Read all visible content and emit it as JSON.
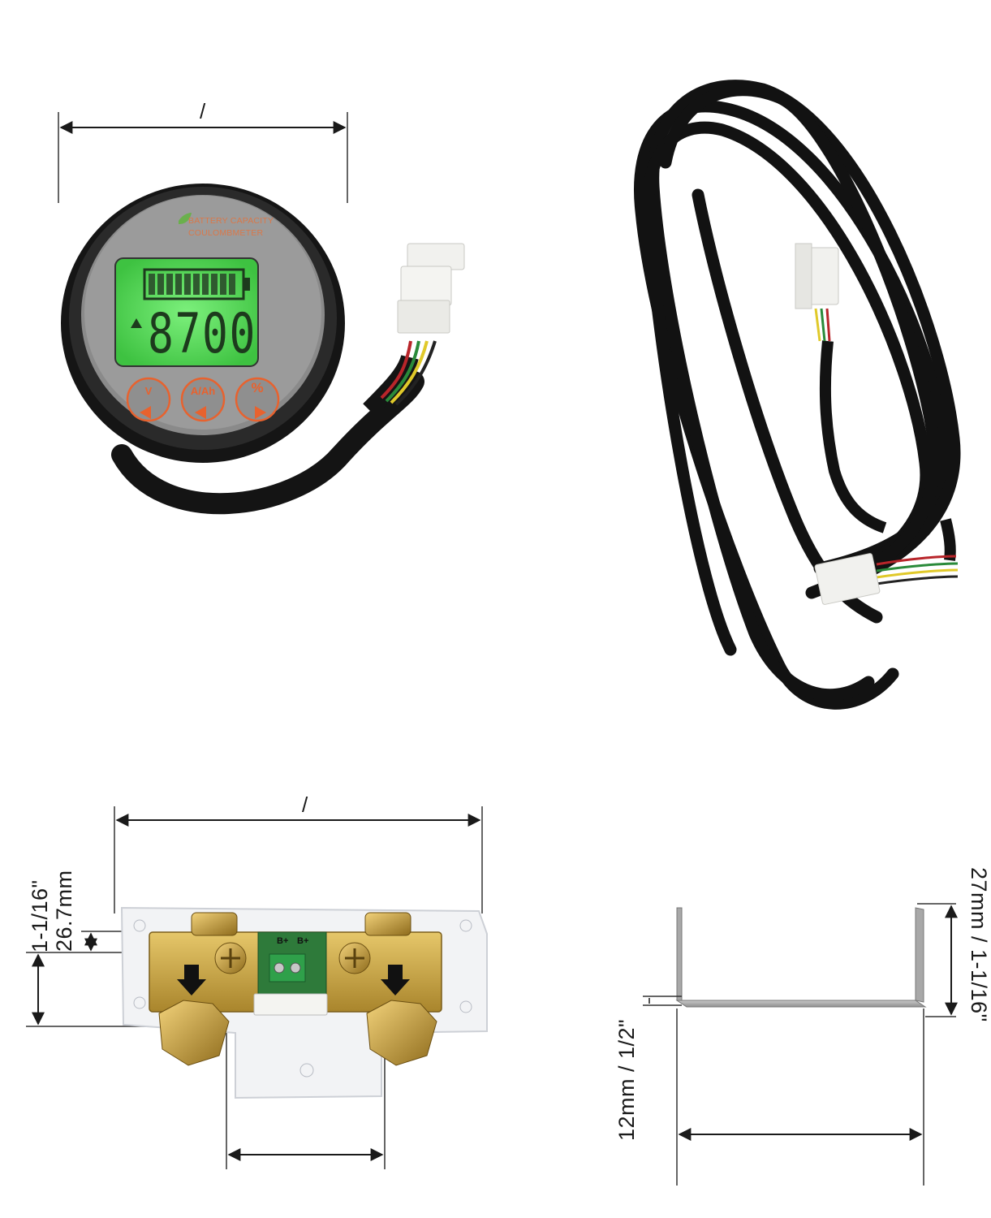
{
  "meter": {
    "brand_line1": "BATTERY CAPACITY",
    "brand_line2": "COULOMBMETER",
    "reading": "8700",
    "buttons": [
      {
        "label": "V"
      },
      {
        "label": "A/Ah"
      },
      {
        "label": "%"
      }
    ]
  },
  "dimensions": {
    "meter_width_label": "/",
    "shunt_width_label": "/",
    "shunt_height_mm": "26.7mm",
    "shunt_height_in": "1-1/16\"",
    "bracket_height": "27mm / 1-1/16\"",
    "bracket_thickness": "12mm / 1/2\""
  },
  "shunt": {
    "terminal_label_1": "B+",
    "terminal_label_2": "B+"
  },
  "colors": {
    "lcd_green": "#57e05a",
    "button_orange": "#e8622e",
    "brass": "#c8a646",
    "cable_black": "#1a1a1a"
  }
}
